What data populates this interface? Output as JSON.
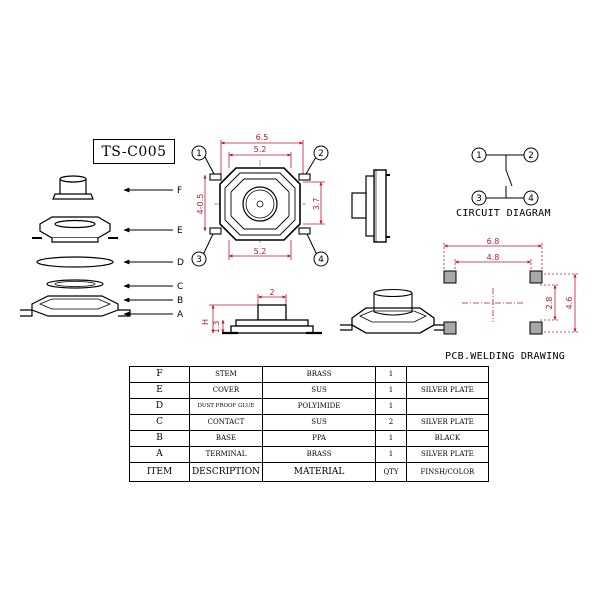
{
  "model": "TS-C005",
  "exploded_labels": [
    "F",
    "E",
    "D",
    "C",
    "B",
    "A"
  ],
  "pin_numbers": [
    "1",
    "2",
    "3",
    "4"
  ],
  "dimensions": {
    "top_width": "6.5",
    "inner_width": "5.2",
    "bottom_width": "5.2",
    "left_height": "4-0.5",
    "right_height": "3.7",
    "stem_width": "2",
    "h_label": "H",
    "base_height": "1.3",
    "pcb_outer": "6.8",
    "pcb_inner": "4.8",
    "pcb_h_inner": "2.8",
    "pcb_h_outer": "4.6"
  },
  "circuit_caption": "CIRCUIT DIAGRAM",
  "pcb_caption": "PCB.WELDING DRAWING",
  "table": {
    "rows": [
      [
        "F",
        "STEM",
        "BRASS",
        "1",
        ""
      ],
      [
        "E",
        "COVER",
        "SUS",
        "1",
        "SILVER PLATE"
      ],
      [
        "D",
        "DUST PROOF GLUE",
        "POLYIMIDE",
        "1",
        ""
      ],
      [
        "C",
        "CONTACT",
        "SUS",
        "2",
        "SILVER PLATE"
      ],
      [
        "B",
        "BASE",
        "PPA",
        "1",
        "BLACK"
      ],
      [
        "A",
        "TERMINAL",
        "BRASS",
        "1",
        "SILVER PLATE"
      ]
    ],
    "header": [
      "ITEM",
      "DESCRIPTION",
      "MATERIAL",
      "QTY",
      "FINSH/COLOR"
    ]
  },
  "colors": {
    "line": "#000000",
    "dimension": "#c0182c",
    "centerline": "#2fa0d8",
    "pad": "#a8a8a8"
  }
}
